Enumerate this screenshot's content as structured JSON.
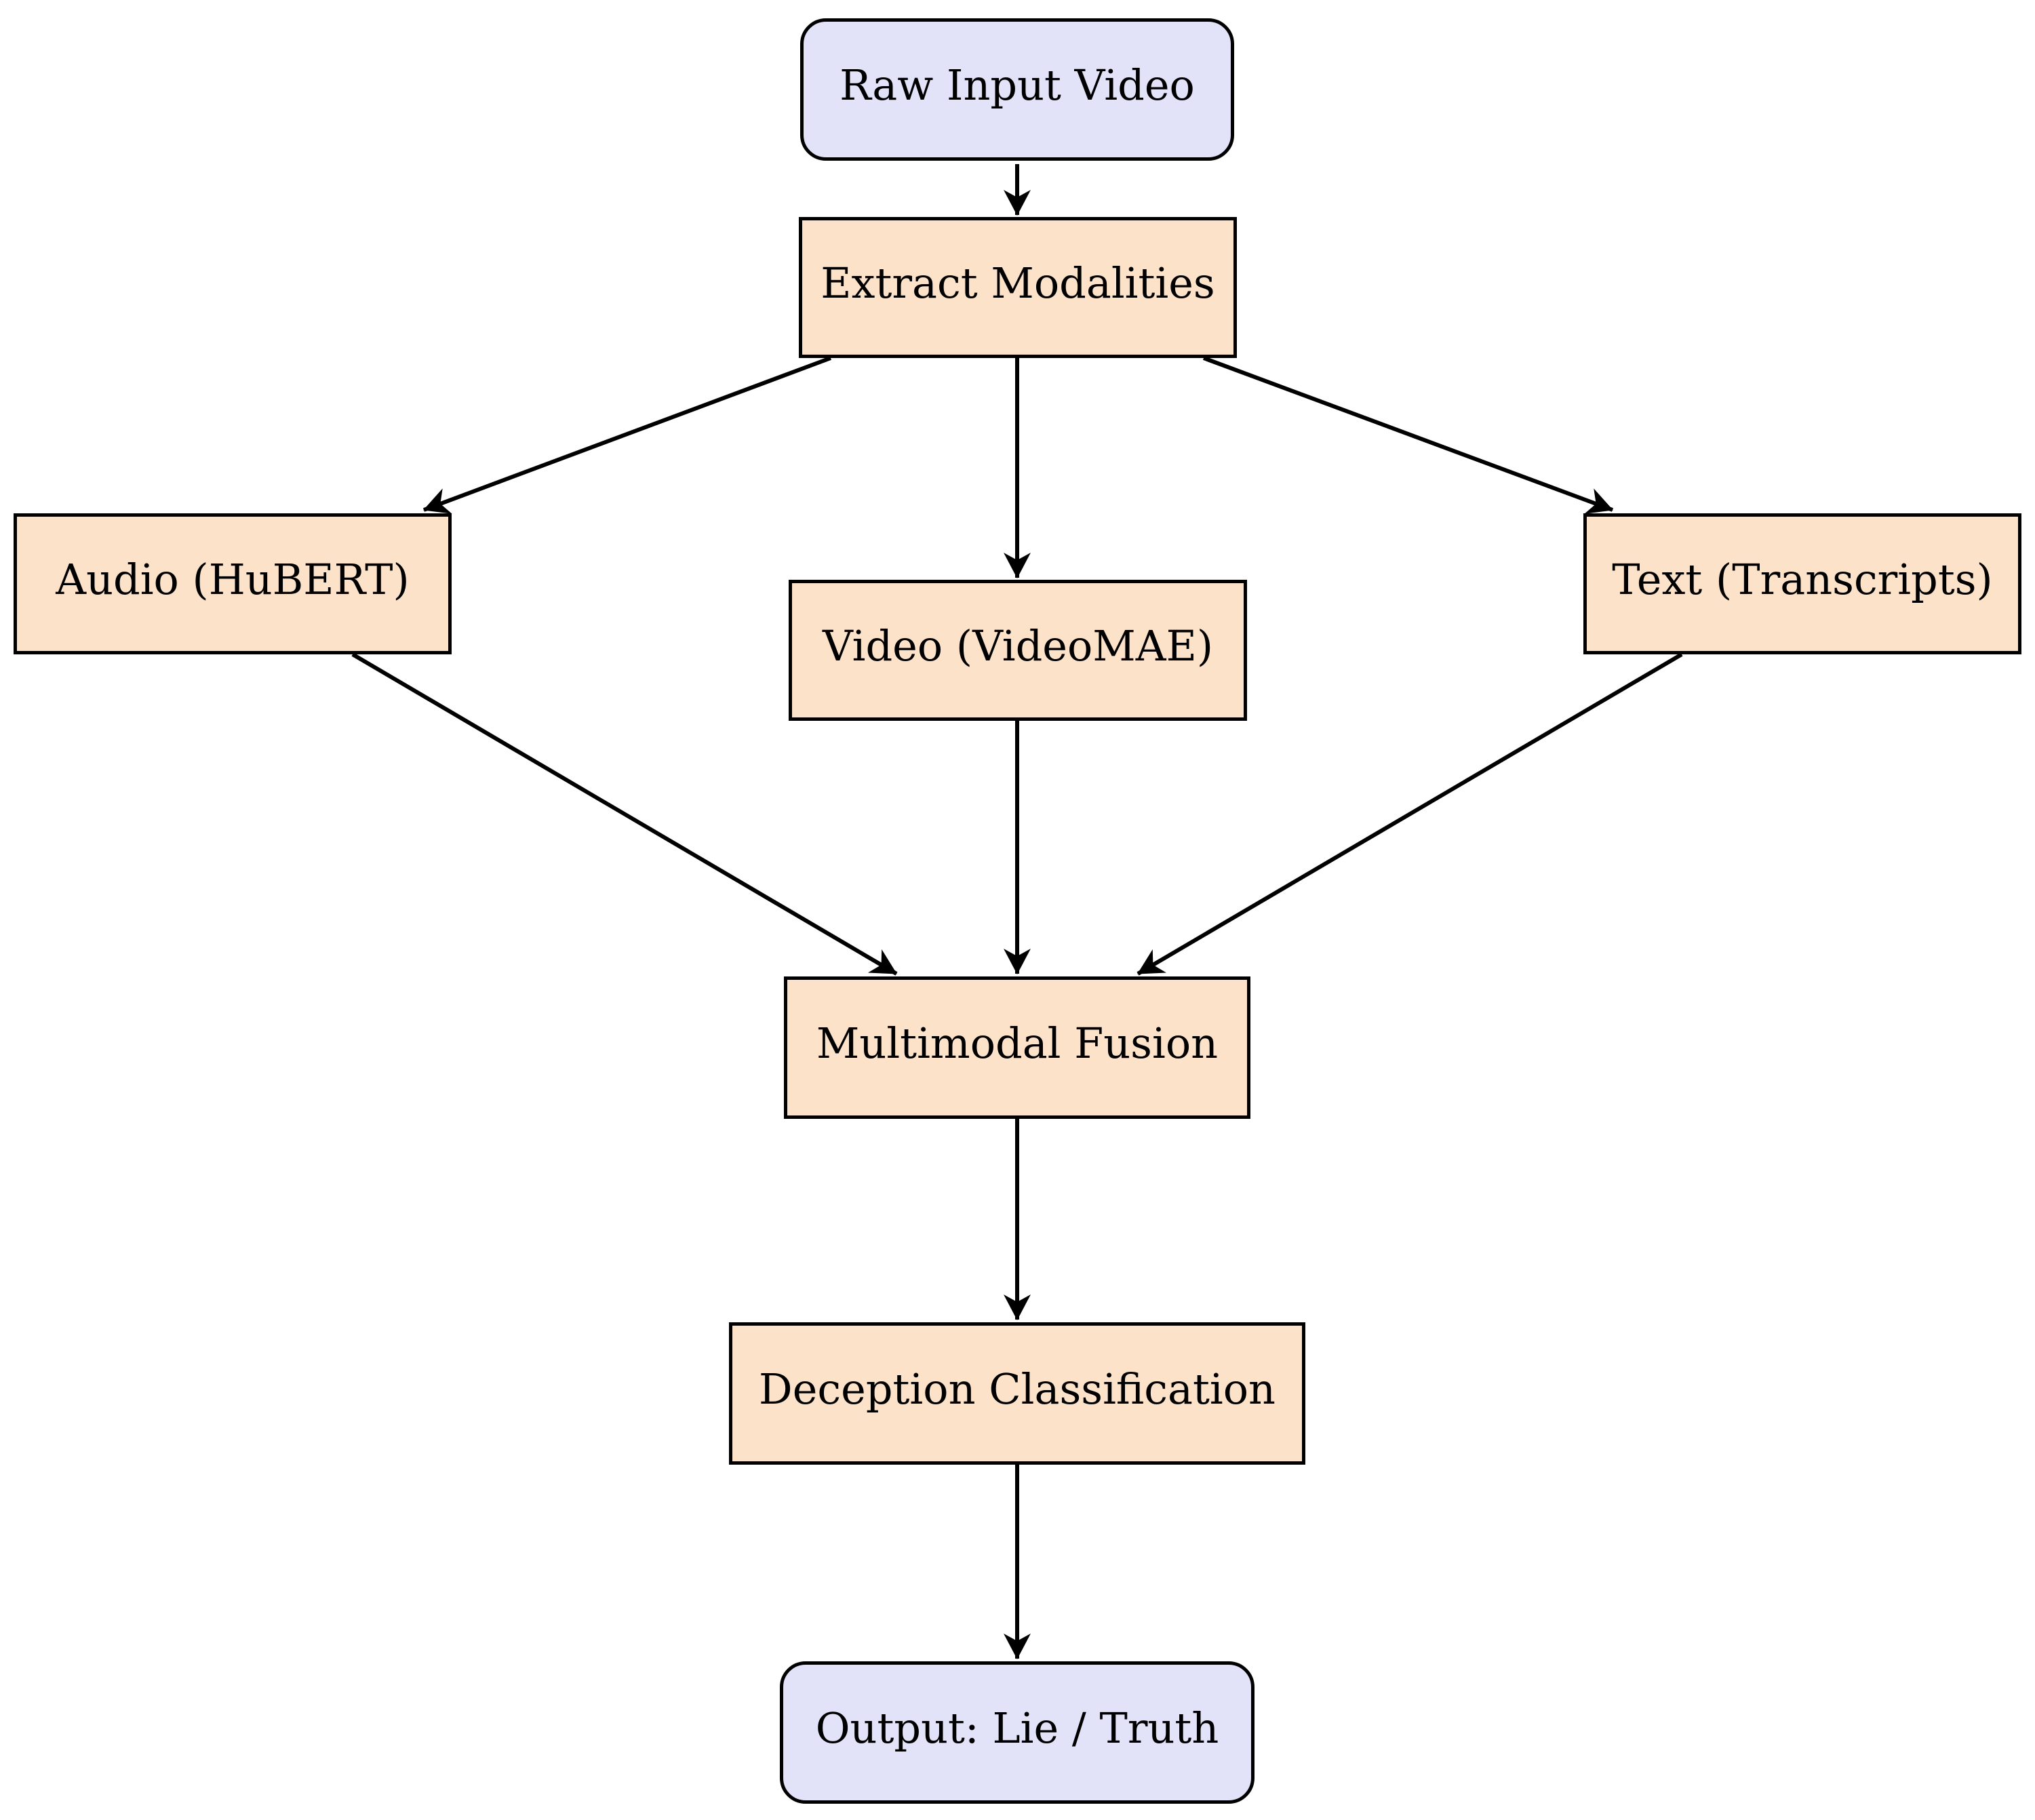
{
  "diagram": {
    "type": "flowchart",
    "nodes": {
      "raw": {
        "label": "Raw Input Video",
        "kind": "terminal"
      },
      "extract": {
        "label": "Extract Modalities",
        "kind": "process"
      },
      "audio": {
        "label": "Audio (HuBERT)",
        "kind": "process"
      },
      "video": {
        "label": "Video (VideoMAE)",
        "kind": "process"
      },
      "text": {
        "label": "Text (Transcripts)",
        "kind": "process"
      },
      "fusion": {
        "label": "Multimodal Fusion",
        "kind": "process"
      },
      "classify": {
        "label": "Deception Classification",
        "kind": "process"
      },
      "output": {
        "label": "Output: Lie / Truth",
        "kind": "terminal"
      }
    },
    "edges": [
      {
        "from": "raw",
        "to": "extract"
      },
      {
        "from": "extract",
        "to": "audio"
      },
      {
        "from": "extract",
        "to": "video"
      },
      {
        "from": "extract",
        "to": "text"
      },
      {
        "from": "audio",
        "to": "fusion"
      },
      {
        "from": "video",
        "to": "fusion"
      },
      {
        "from": "text",
        "to": "fusion"
      },
      {
        "from": "fusion",
        "to": "classify"
      },
      {
        "from": "classify",
        "to": "output"
      }
    ],
    "colors": {
      "terminal_fill": "#E2E2F9",
      "process_fill": "#FCE2C8",
      "stroke": "#000000",
      "background": "#FFFFFF"
    }
  }
}
